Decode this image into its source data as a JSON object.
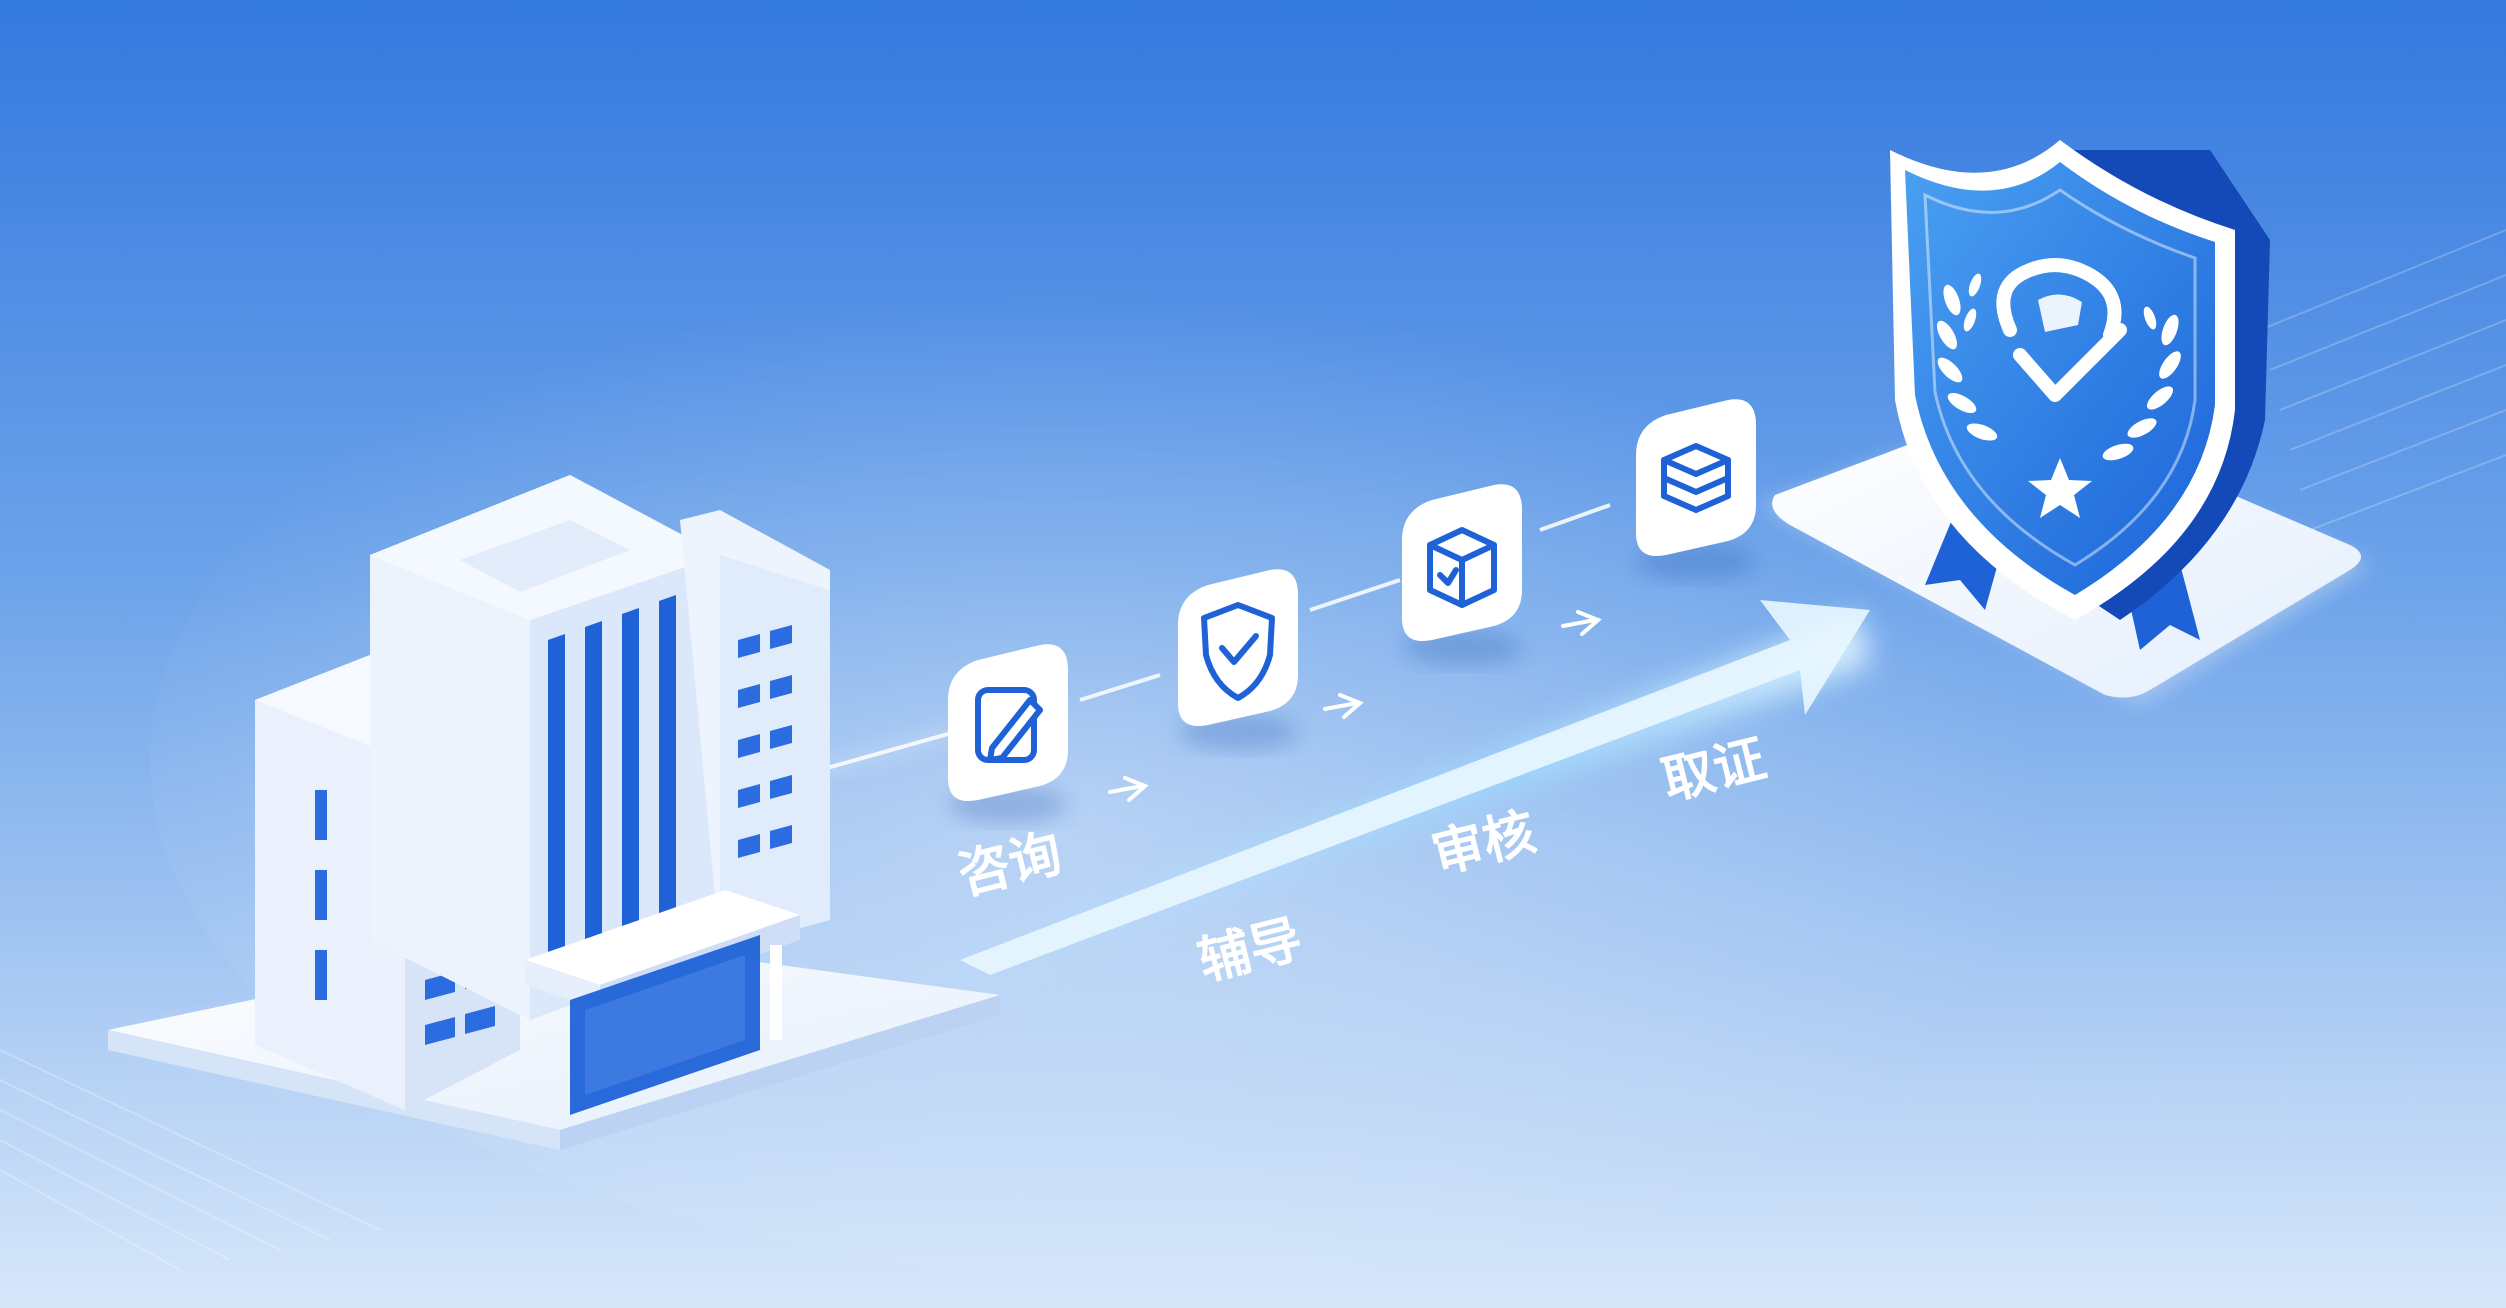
{
  "colors": {
    "bg_top": "#3b82e0",
    "bg_bottom": "#dbe9fb",
    "brand_blue": "#1f5fd6",
    "accent_cyan": "#7fd3ff",
    "white": "#ffffff"
  },
  "building": {
    "icon": "office-building-icon"
  },
  "steps": [
    {
      "label": "咨询",
      "icon": "edit-pen-icon"
    },
    {
      "label": "辅导",
      "icon": "shield-check-icon"
    },
    {
      "label": "审核",
      "icon": "checklist-box-icon"
    },
    {
      "label": "取证",
      "icon": "layers-stack-icon"
    }
  ],
  "certificate": {
    "icon": "certification-shield-icon"
  }
}
